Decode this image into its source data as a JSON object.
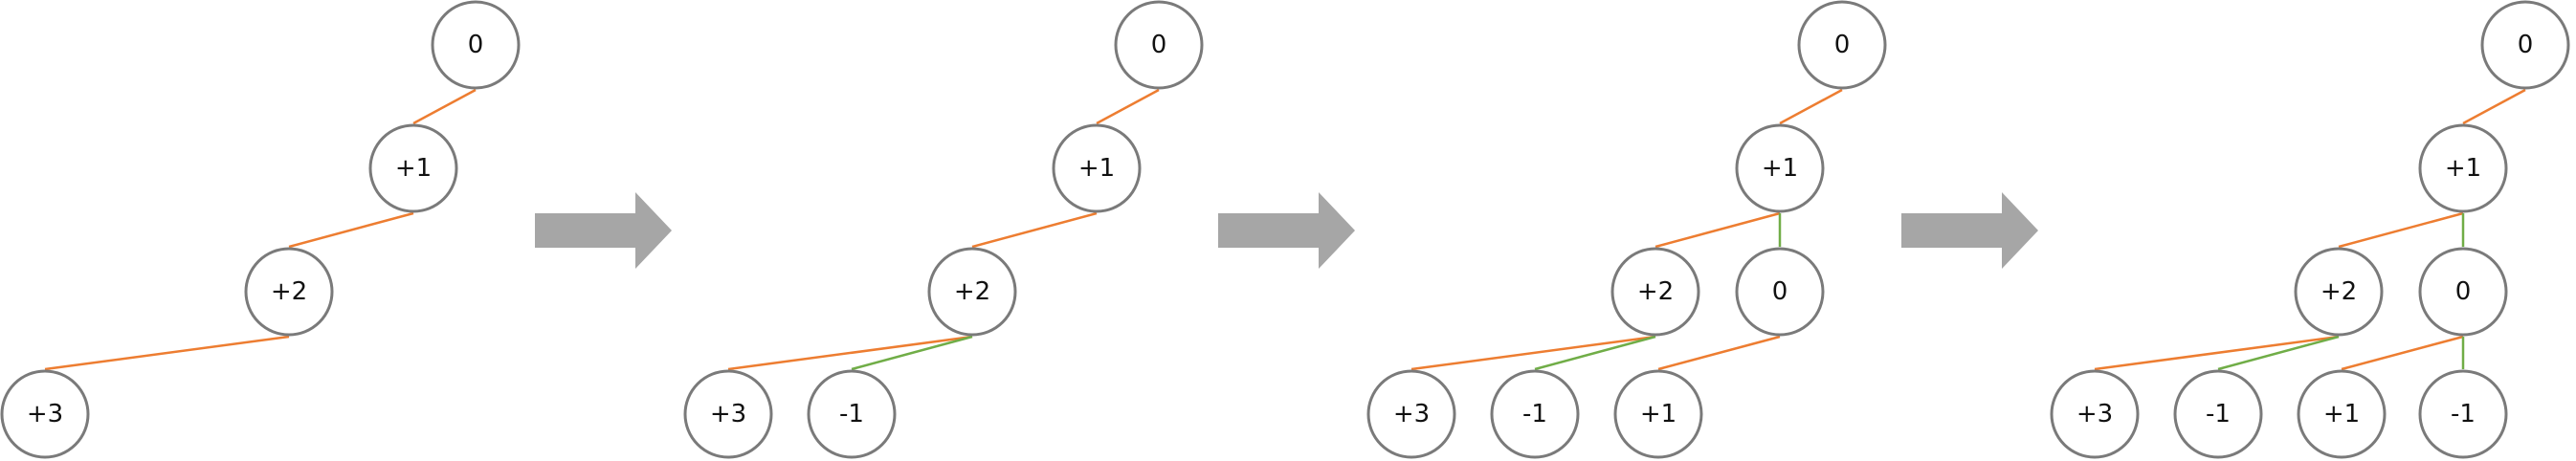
{
  "colors": {
    "edge_orange": "#ed7d31",
    "edge_green": "#70ad47",
    "node_stroke": "#7a7a7a",
    "arrow": "#a6a6a6"
  },
  "panels": [
    {
      "nodes": [
        {
          "id": "a0",
          "label": "0"
        },
        {
          "id": "a1",
          "label": "+1"
        },
        {
          "id": "a2",
          "label": "+2"
        },
        {
          "id": "a3",
          "label": "+3"
        }
      ],
      "edges": [
        {
          "from": "a0",
          "to": "a1",
          "color": "orange"
        },
        {
          "from": "a1",
          "to": "a2",
          "color": "orange"
        },
        {
          "from": "a2",
          "to": "a3",
          "color": "orange"
        }
      ]
    },
    {
      "nodes": [
        {
          "id": "b0",
          "label": "0"
        },
        {
          "id": "b1",
          "label": "+1"
        },
        {
          "id": "b2",
          "label": "+2"
        },
        {
          "id": "b3",
          "label": "+3"
        },
        {
          "id": "b4",
          "label": "-1"
        }
      ],
      "edges": [
        {
          "from": "b0",
          "to": "b1",
          "color": "orange"
        },
        {
          "from": "b1",
          "to": "b2",
          "color": "orange"
        },
        {
          "from": "b2",
          "to": "b3",
          "color": "orange"
        },
        {
          "from": "b2",
          "to": "b4",
          "color": "green"
        }
      ]
    },
    {
      "nodes": [
        {
          "id": "c0",
          "label": "0"
        },
        {
          "id": "c1",
          "label": "+1"
        },
        {
          "id": "c2",
          "label": "+2"
        },
        {
          "id": "c5",
          "label": "0"
        },
        {
          "id": "c3",
          "label": "+3"
        },
        {
          "id": "c4",
          "label": "-1"
        },
        {
          "id": "c6",
          "label": "+1"
        }
      ],
      "edges": [
        {
          "from": "c0",
          "to": "c1",
          "color": "orange"
        },
        {
          "from": "c1",
          "to": "c2",
          "color": "orange"
        },
        {
          "from": "c1",
          "to": "c5",
          "color": "green"
        },
        {
          "from": "c2",
          "to": "c3",
          "color": "orange"
        },
        {
          "from": "c2",
          "to": "c4",
          "color": "green"
        },
        {
          "from": "c5",
          "to": "c6",
          "color": "orange"
        }
      ]
    },
    {
      "nodes": [
        {
          "id": "d0",
          "label": "0"
        },
        {
          "id": "d1",
          "label": "+1"
        },
        {
          "id": "d2",
          "label": "+2"
        },
        {
          "id": "d5",
          "label": "0"
        },
        {
          "id": "d3",
          "label": "+3"
        },
        {
          "id": "d4",
          "label": "-1"
        },
        {
          "id": "d6",
          "label": "+1"
        },
        {
          "id": "d7",
          "label": "-1"
        }
      ],
      "edges": [
        {
          "from": "d0",
          "to": "d1",
          "color": "orange"
        },
        {
          "from": "d1",
          "to": "d2",
          "color": "orange"
        },
        {
          "from": "d1",
          "to": "d5",
          "color": "green"
        },
        {
          "from": "d2",
          "to": "d3",
          "color": "orange"
        },
        {
          "from": "d2",
          "to": "d4",
          "color": "green"
        },
        {
          "from": "d5",
          "to": "d6",
          "color": "orange"
        },
        {
          "from": "d5",
          "to": "d7",
          "color": "green"
        }
      ]
    }
  ]
}
